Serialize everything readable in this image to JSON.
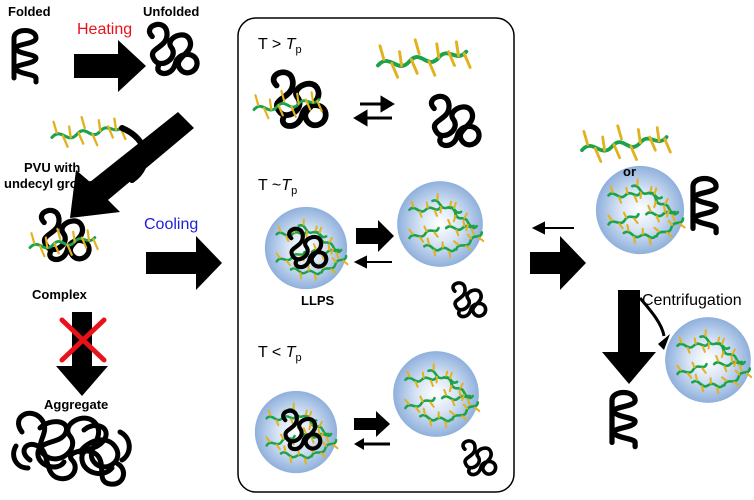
{
  "labels": {
    "folded": "Folded",
    "unfolded": "Unfolded",
    "heating": "Heating",
    "pvu_line1": "PVU with",
    "pvu_line2": "undecyl groups",
    "cooling": "Cooling",
    "complex": "Complex",
    "aggregate": "Aggregate",
    "t_above_prefix": "T > ",
    "t_near_prefix": "T ~",
    "t_below_prefix": "T < ",
    "t_symbol": "T",
    "t_subscript": "p",
    "llps": "LLPS",
    "or": "or",
    "centrifugation": "Centrifugation"
  },
  "colors": {
    "heating": "#e8121b",
    "cooling": "#1f1fd6",
    "polymer_backbone": "#1aa34a",
    "side_chain": "#e2b21e",
    "droplet": "#9db9e0",
    "inhibit_cross": "#e8121b",
    "arrow": "#000000"
  }
}
